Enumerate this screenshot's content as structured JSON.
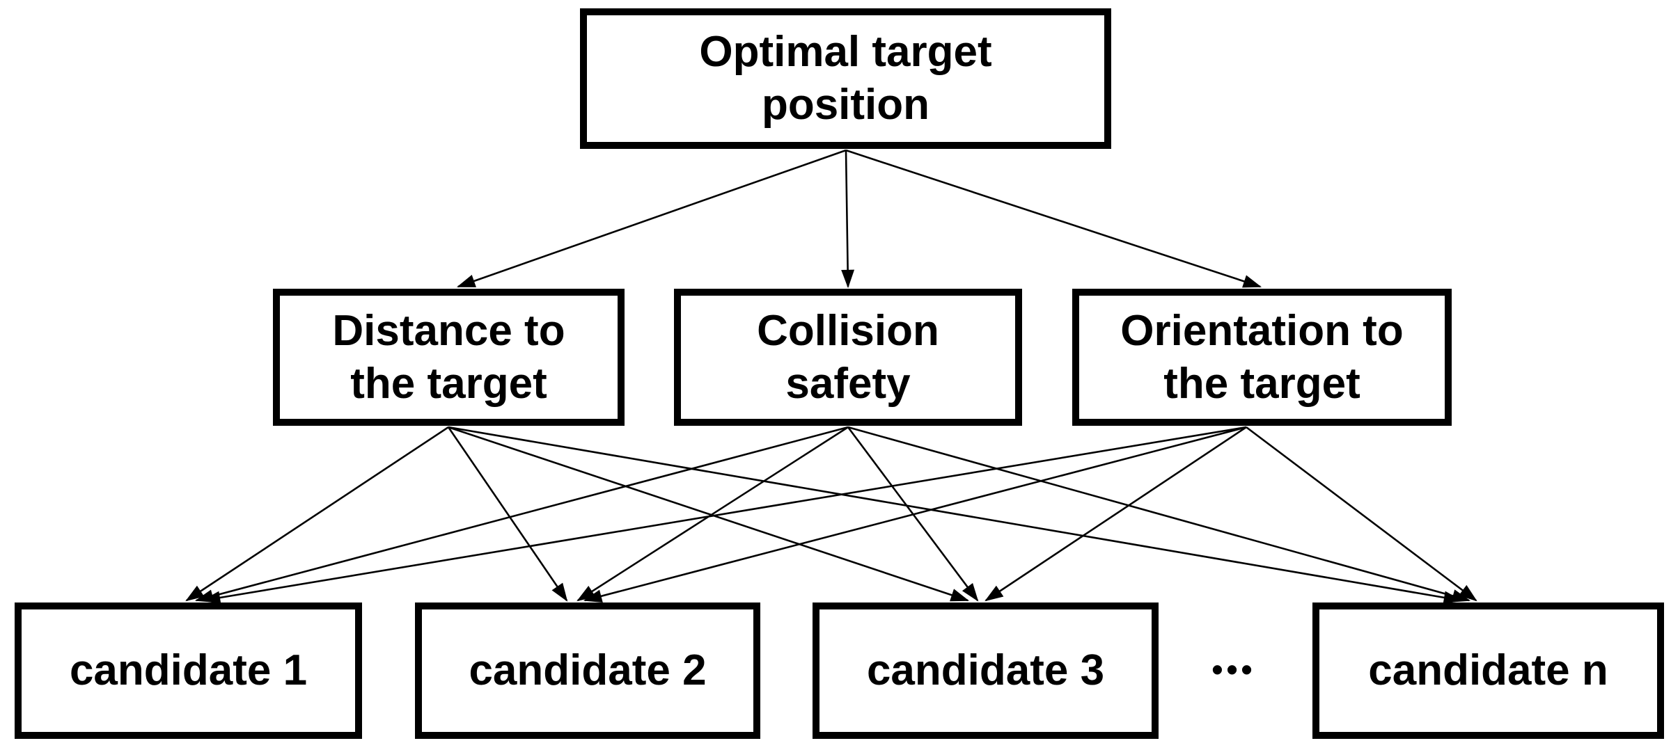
{
  "diagram": {
    "background_color": "#ffffff",
    "box_border_color": "#000000",
    "text_color": "#000000",
    "arrow_color": "#000000",
    "goal": {
      "label": "Optimal target position",
      "line1": "Optimal target",
      "line2": "position"
    },
    "criteria": [
      {
        "id": "distance",
        "label": "Distance to the target",
        "line1": "Distance to",
        "line2": "the target"
      },
      {
        "id": "collision",
        "label": "Collision safety",
        "line1": "Collision",
        "line2": "safety"
      },
      {
        "id": "orientation",
        "label": "Orientation to the target",
        "line1": "Orientation to",
        "line2": "the target"
      }
    ],
    "candidates": [
      {
        "id": "c1",
        "label": "candidate 1"
      },
      {
        "id": "c2",
        "label": "candidate 2"
      },
      {
        "id": "c3",
        "label": "candidate 3"
      },
      {
        "id": "cn",
        "label": "candidate n"
      }
    ],
    "ellipsis": "•••",
    "edges": [
      {
        "from": "goal",
        "to": "distance"
      },
      {
        "from": "goal",
        "to": "collision"
      },
      {
        "from": "goal",
        "to": "orientation"
      },
      {
        "from": "distance",
        "to": "c1"
      },
      {
        "from": "distance",
        "to": "c2"
      },
      {
        "from": "distance",
        "to": "c3"
      },
      {
        "from": "distance",
        "to": "cn"
      },
      {
        "from": "collision",
        "to": "c1"
      },
      {
        "from": "collision",
        "to": "c2"
      },
      {
        "from": "collision",
        "to": "c3"
      },
      {
        "from": "collision",
        "to": "cn"
      },
      {
        "from": "orientation",
        "to": "c1"
      },
      {
        "from": "orientation",
        "to": "c2"
      },
      {
        "from": "orientation",
        "to": "c3"
      },
      {
        "from": "orientation",
        "to": "cn"
      }
    ]
  }
}
